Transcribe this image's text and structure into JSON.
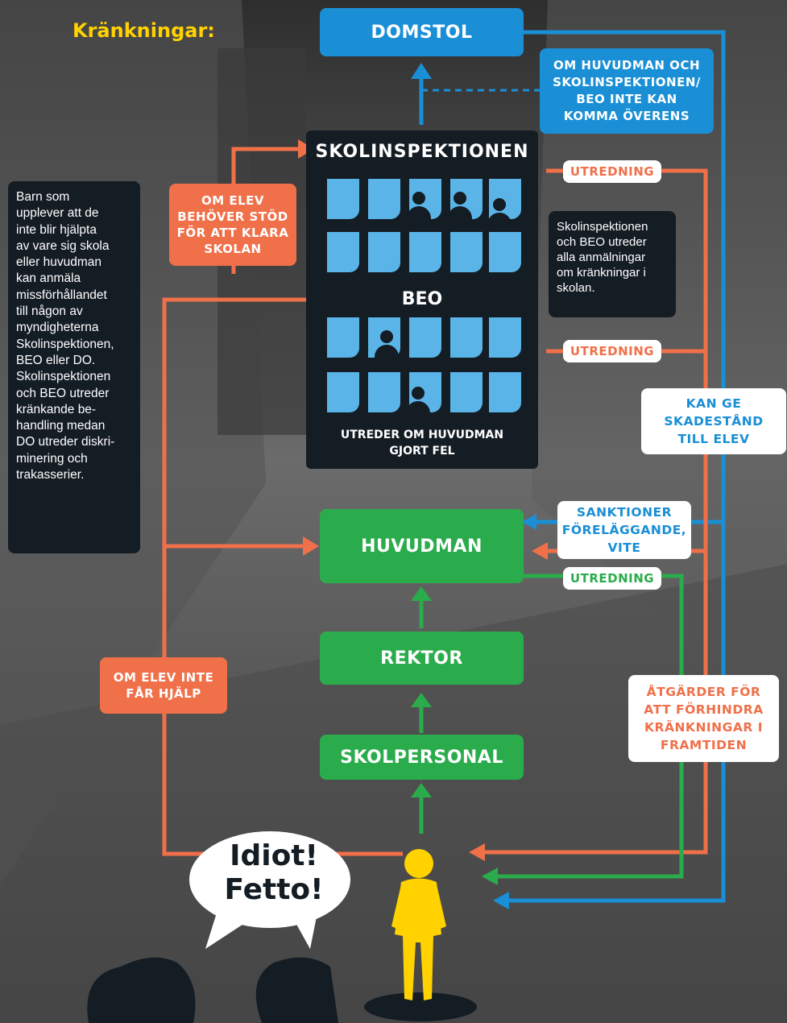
{
  "title": "Kränkningar:",
  "domstol": "DOMSTOL",
  "om_huvudman": [
    "OM HUVUDMAN OCH",
    "SKOLINSPEKTIONEN/",
    "BEO INTE KAN",
    "KOMMA ÖVERENS"
  ],
  "skolinspektionen": "SKOLINSPEKTIONEN",
  "beo": "BEO",
  "utreder_om": [
    "UTREDER OM HUVUDMAN",
    "GJORT FEL"
  ],
  "om_elev_stod": [
    "OM ELEV",
    "BEHÖVER STÖD",
    "FÖR ATT KLARA",
    "SKOLAN"
  ],
  "utredning_1": "UTREDNING",
  "utredning_2": "UTREDNING",
  "utredning_3": "UTREDNING",
  "skolinsp_note": [
    "Skolinspektionen",
    "och BEO utreder",
    "alla anmälningar",
    "om kränkningar i",
    "skolan."
  ],
  "left_note": [
    "Barn som",
    "upplever att de",
    "inte blir hjälpta",
    "av vare sig skola",
    "eller huvudman",
    "kan anmäla",
    "missförhållandet",
    "till någon av",
    "myndigheterna",
    "Skolinspektionen,",
    "BEO eller DO.",
    "Skolinspektionen",
    "och BEO utreder",
    "kränkande be-",
    "handling medan",
    "DO utreder diskri-",
    "minering och",
    "trakasserier."
  ],
  "kan_ge": [
    "KAN GE",
    "SKADESTÅND",
    "TILL ELEV"
  ],
  "sanktioner": [
    "SANKTIONER",
    "FÖRELÄGGANDE,",
    "VITE"
  ],
  "huvudman": "HUVUDMAN",
  "rektor": "REKTOR",
  "skolpersonal": "SKOLPERSONAL",
  "om_elev_inte": [
    "OM ELEV INTE",
    "FÅR HJÄLP"
  ],
  "atgarder": [
    "ÅTGÄRDER FÖR",
    "ATT FÖRHINDRA",
    "KRÄNKNINGAR I",
    "FRAMTIDEN"
  ],
  "speech": [
    "Idiot!",
    "Fetto!"
  ],
  "colors": {
    "blue": "#1a8fd6",
    "green": "#2bac4c",
    "orange": "#f0704a",
    "dark": "#141c24",
    "yellow": "#ffd200",
    "window": "#5ab4e8"
  }
}
